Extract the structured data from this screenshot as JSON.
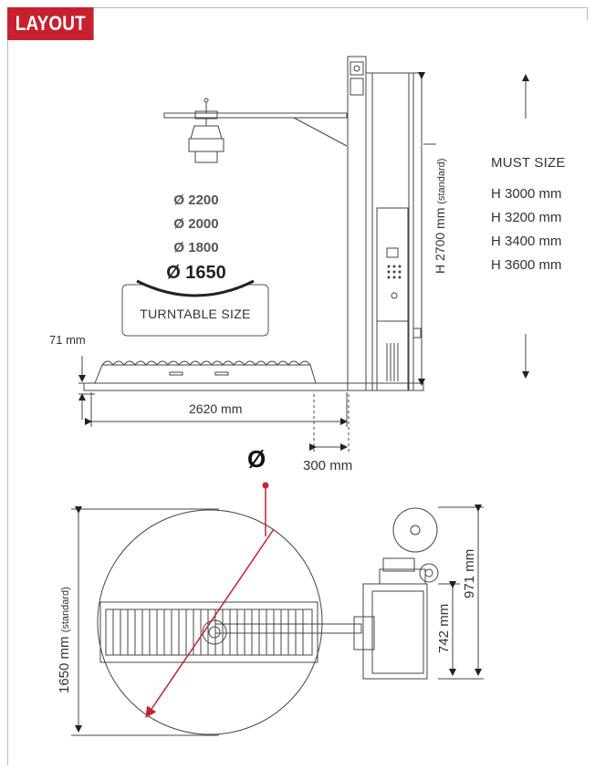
{
  "header": {
    "title": "LAYOUT"
  },
  "colors": {
    "accent": "#c8202e",
    "line": "#444444",
    "frame": "#b9b9b9"
  },
  "elevation": {
    "mast_height": "H 2700 mm",
    "mast_height_note": "(standard)",
    "base_height": "71 mm",
    "total_width": "2620 mm",
    "column_gap": "300 mm"
  },
  "must_size": {
    "title": "MUST SIZE",
    "options": [
      "H 3000 mm",
      "H 3200 mm",
      "H 3400 mm",
      "H 3600 mm"
    ]
  },
  "turntable": {
    "diameters": [
      "Ø 2200",
      "Ø 2000",
      "Ø 1800"
    ],
    "main_diameter": "Ø 1650",
    "label": "TURNTABLE SIZE"
  },
  "plan": {
    "diameter_symbol": "Ø",
    "diameter": "1650 mm",
    "diameter_note": "(standard)",
    "depth_1": "742 mm",
    "depth_2": "971 mm"
  }
}
